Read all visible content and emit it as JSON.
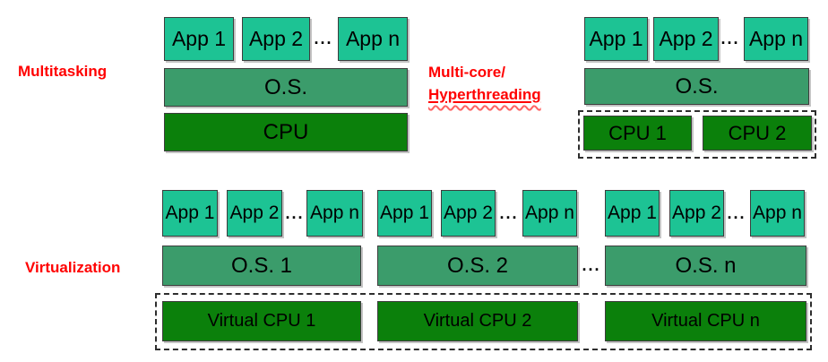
{
  "colors": {
    "app_fill": "#1dc394",
    "os_fill": "#3b9c6b",
    "cpu_fill": "#0b800b",
    "label_red": "#ff0000",
    "box_border": "#3d3d3d",
    "dash_border": "#2e2e2e"
  },
  "multitasking": {
    "label": "Multitasking",
    "apps": [
      "App 1",
      "App 2",
      "App n"
    ],
    "ellipsis": "...",
    "os": "O.S.",
    "cpu": "CPU"
  },
  "multicore": {
    "label_line1": "Multi-core/",
    "label_line2": "Hyperthreading",
    "apps": [
      "App 1",
      "App 2",
      "App n"
    ],
    "ellipsis": "...",
    "os": "O.S.",
    "cpu1": "CPU 1",
    "cpu2": "CPU 2"
  },
  "virtualization": {
    "label": "Virtualization",
    "os_ellipsis": "...",
    "stack1": {
      "apps": [
        "App 1",
        "App 2",
        "App n"
      ],
      "ellipsis": "...",
      "os": "O.S. 1",
      "vcpu": "Virtual CPU 1"
    },
    "stack2": {
      "apps": [
        "App 1",
        "App 2",
        "App n"
      ],
      "ellipsis": "...",
      "os": "O.S. 2",
      "vcpu": "Virtual CPU 2"
    },
    "stack3": {
      "apps": [
        "App 1",
        "App 2",
        "App n"
      ],
      "ellipsis": "...",
      "os": "O.S. n",
      "vcpu": "Virtual CPU n"
    }
  }
}
